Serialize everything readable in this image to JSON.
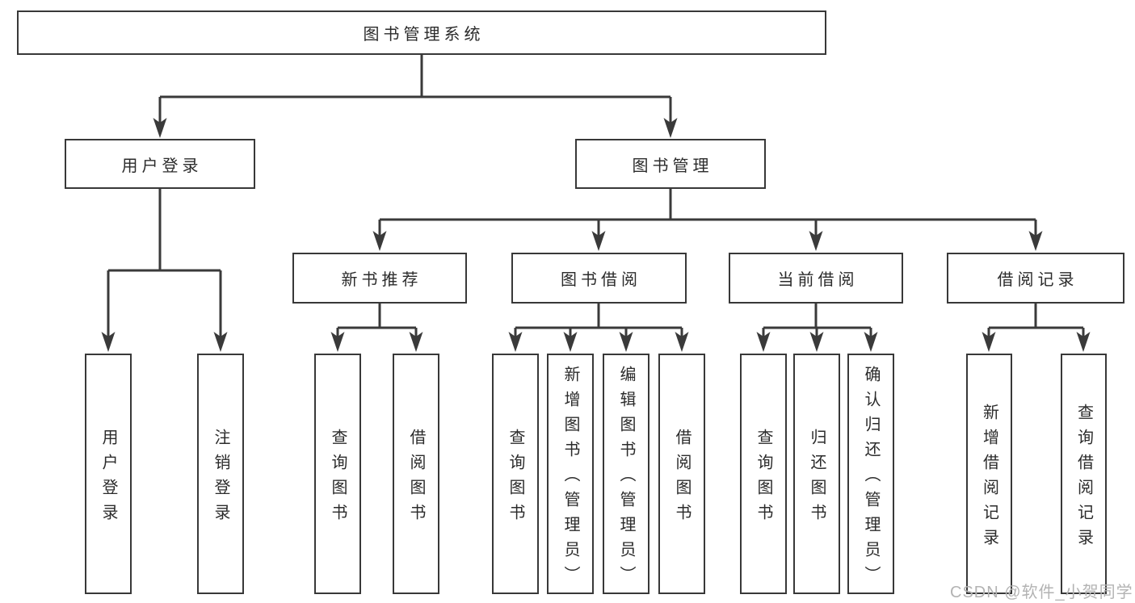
{
  "tree": {
    "label": "图书管理系统",
    "children": [
      {
        "label": "用户登录",
        "children": [
          {
            "label": "用户登录"
          },
          {
            "label": "注销登录"
          }
        ]
      },
      {
        "label": "图书管理",
        "children": [
          {
            "label": "新书推荐",
            "children": [
              {
                "label": "查询图书"
              },
              {
                "label": "借阅图书"
              }
            ]
          },
          {
            "label": "图书借阅",
            "children": [
              {
                "label": "查询图书"
              },
              {
                "label": "新增图书（管理员）"
              },
              {
                "label": "编辑图书（管理员）"
              },
              {
                "label": "借阅图书"
              }
            ]
          },
          {
            "label": "当前借阅",
            "children": [
              {
                "label": "查询图书"
              },
              {
                "label": "归还图书"
              },
              {
                "label": "确认归还（管理员）"
              }
            ]
          },
          {
            "label": "借阅记录",
            "children": [
              {
                "label": "新增借阅记录"
              },
              {
                "label": "查询借阅记录"
              }
            ]
          }
        ]
      }
    ]
  },
  "watermark": "CSDN @软件_小贺同学",
  "colors": {
    "line": "#3a3a3a",
    "box_border": "#383838",
    "text": "#2b2b2b",
    "watermark": "#b3b3b3",
    "background": "#ffffff"
  }
}
